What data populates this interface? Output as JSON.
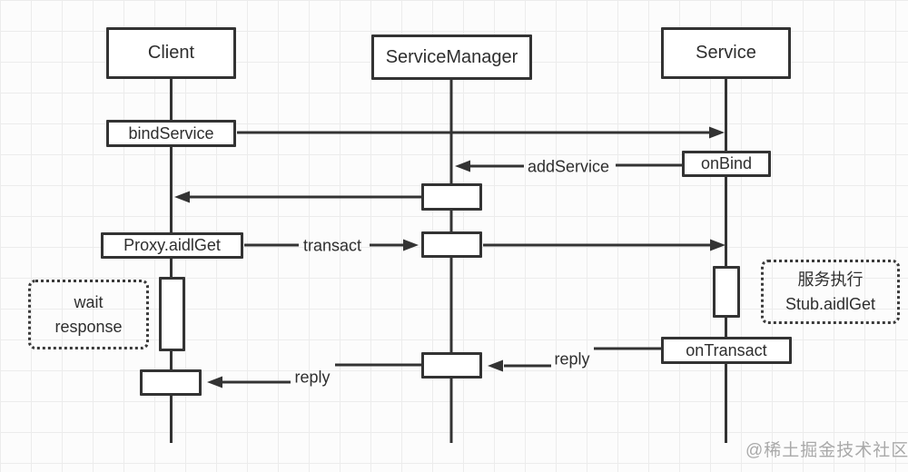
{
  "diagram": {
    "actors": [
      {
        "label": "Client"
      },
      {
        "label": "ServiceManager"
      },
      {
        "label": "Service"
      }
    ],
    "call_boxes": [
      {
        "label": "bindService"
      },
      {
        "label": "onBind"
      },
      {
        "label": "Proxy.aidlGet"
      },
      {
        "label": "onTransact"
      }
    ],
    "message_labels": [
      {
        "label": "addService"
      },
      {
        "label": "transact"
      },
      {
        "label": "reply"
      },
      {
        "label": "reply"
      }
    ],
    "notes": [
      {
        "line1": "wait",
        "line2": "response"
      },
      {
        "line1": "服务执行",
        "line2": "Stub.aidlGet"
      }
    ]
  },
  "watermark": "@稀土掘金技术社区",
  "colors": {
    "stroke": "#333333",
    "box_fill": "#ffffff",
    "canvas_background": "#fcfcfc",
    "grid_line": "#ececec",
    "watermark_text": "#a9a9a9"
  }
}
